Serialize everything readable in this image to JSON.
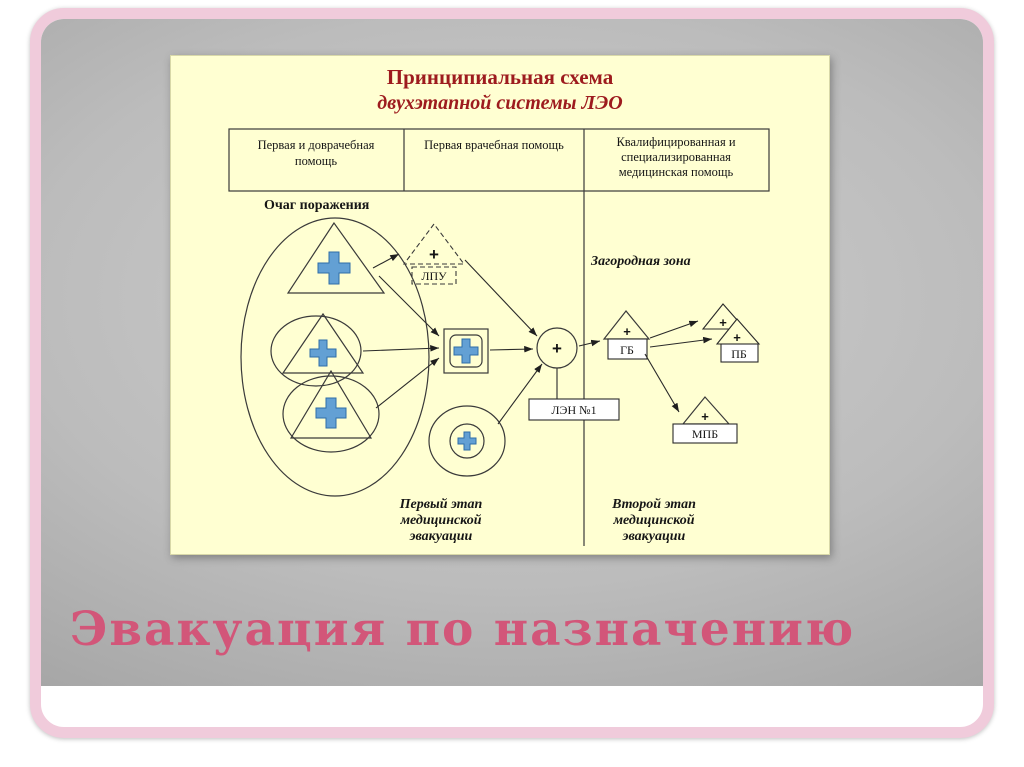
{
  "slide": {
    "title": "Эвакуация по назначению",
    "colors": {
      "frame_pink": "#f0cbdb",
      "background_gray": "#b5b5b5",
      "panel_yellow": "#ffffd2",
      "title_pink": "#d25679",
      "diagram_title_red": "#9d1b1e",
      "cross_blue": "#63a0d4"
    }
  },
  "diagram": {
    "title": {
      "line1": "Принципиальная схема",
      "line2": "двухэтапной системы ЛЭО"
    },
    "header": {
      "col1_line1": "Первая и доврачебная",
      "col1_line2": "помощь",
      "col2_line1": "Первая врачебная помощь",
      "col3_line1": "Квалифицированная и",
      "col3_line2": "специализированная",
      "col3_line3": "медицинская помощь"
    },
    "labels": {
      "focus_area": "Очаг поражения",
      "suburban_zone": "Загородная зона",
      "plus": "+",
      "lpu": "ЛПУ",
      "len": "ЛЭН №1",
      "gb": "ГБ",
      "pb": "ПБ",
      "mpb": "МПБ"
    },
    "stage1": {
      "line1": "Первый этап",
      "line2": "медицинской",
      "line3": "эвакуации"
    },
    "stage2": {
      "line1": "Второй этап",
      "line2": "медицинской",
      "line3": "эвакуации"
    }
  }
}
